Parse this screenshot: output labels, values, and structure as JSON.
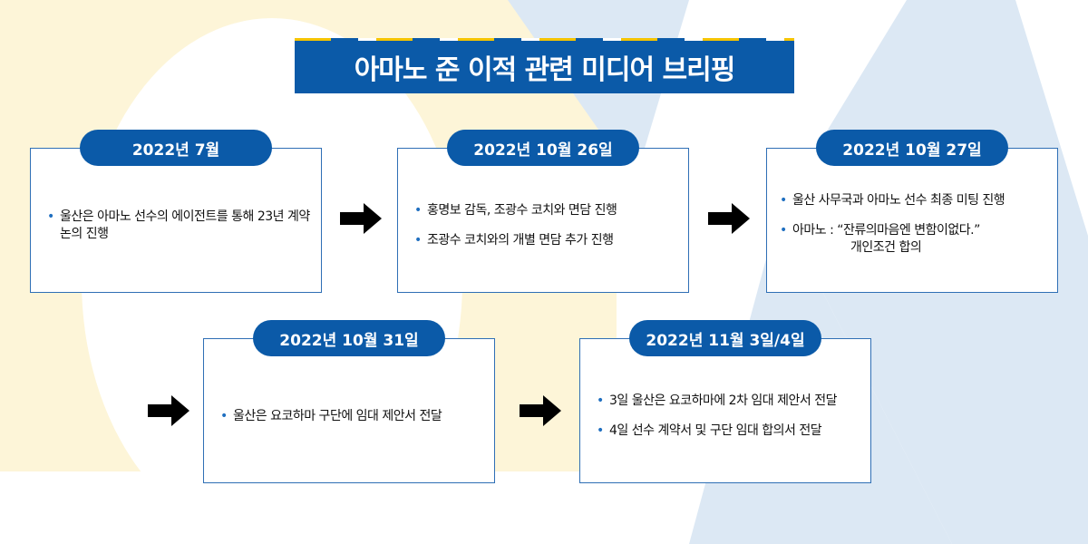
{
  "title": "아마노 준 이적 관련 미디어 브리핑",
  "steps": [
    {
      "date": "2022년 7월",
      "items": [
        "울산은 아마노 선수의 에이전트를 통해 23년 계약 논의 진행"
      ]
    },
    {
      "date": "2022년 10월 26일",
      "items": [
        "홍명보 감독, 조광수 코치와 면담 진행",
        "조광수 코치와의 개별 면담 추가 진행"
      ]
    },
    {
      "date": "2022년 10월 27일",
      "items": [
        "울산 사무국과 아마노 선수 최종 미팅 진행",
        "아마노 : “잔류의마음엔 변함이없다.”"
      ],
      "sub": "개인조건 합의"
    },
    {
      "date": "2022년 10월 31일",
      "items": [
        "울산은 요코하마 구단에 임대 제안서 전달"
      ]
    },
    {
      "date": "2022년 11월 3일/4일",
      "items": [
        "3일 울산은 요코하마에 2차 임대 제안서 전달",
        "4일 선수 계약서 및 구단 임대 합의서 전달"
      ]
    }
  ],
  "colors": {
    "primary": "#0b5aa8",
    "yellow_bg": "#fdf5d8",
    "blue_bg": "#dce8f4"
  }
}
